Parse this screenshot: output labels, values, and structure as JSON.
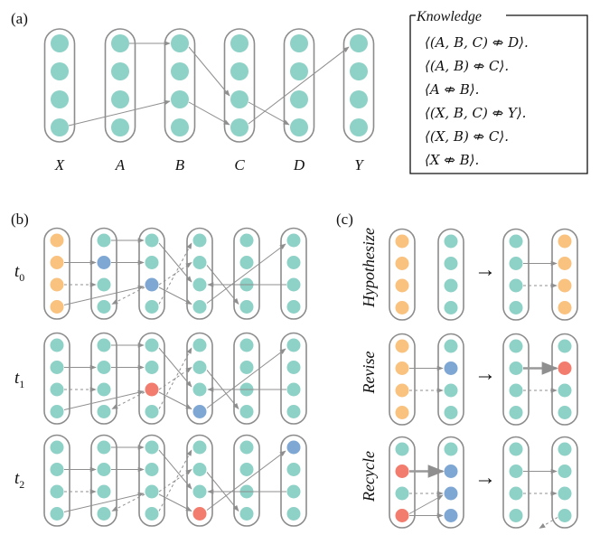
{
  "panel_a": {
    "label": "(a)",
    "column_labels": [
      "X",
      "A",
      "B",
      "C",
      "D",
      "Y"
    ],
    "knowledge_title": "Knowledge",
    "knowledge_lines": [
      "⟨(A, B, C) ⇎ D⟩.",
      "⟨(A, B) ⇎ C⟩.",
      "⟨A ⇎ B⟩.",
      "⟨(X, B, C) ⇎ Y⟩.",
      "⟨(X, B) ⇎ C⟩.",
      "⟨X ⇎ B⟩."
    ]
  },
  "panel_b": {
    "label": "(b)",
    "time_labels": [
      {
        "base": "t",
        "sub": "0"
      },
      {
        "base": "t",
        "sub": "1"
      },
      {
        "base": "t",
        "sub": "2"
      }
    ]
  },
  "panel_c": {
    "label": "(c)",
    "rows": [
      {
        "label": "Hypothesize",
        "arrow": "→"
      },
      {
        "label": "Revise",
        "arrow": "→"
      },
      {
        "label": "Recycle",
        "arrow": "→"
      }
    ]
  },
  "colors": {
    "node": "#8ed1c6",
    "hypothesis": "#f9c27e",
    "revised": "#7fa7d4",
    "error": "#f27c6e",
    "column_border": "#8c8c8c",
    "edge": "#8f8f8f"
  }
}
